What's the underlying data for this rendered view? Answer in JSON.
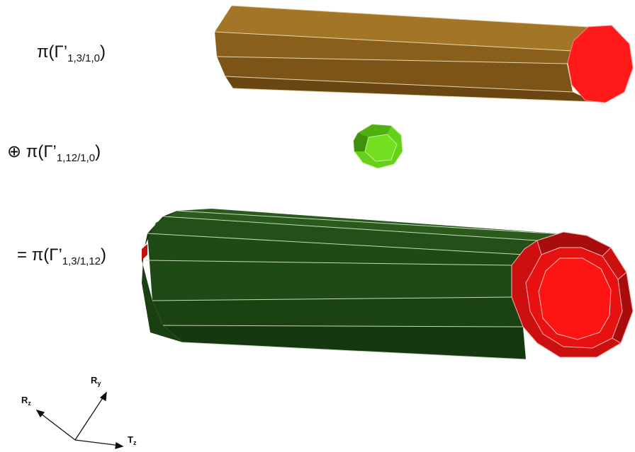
{
  "equation": {
    "term1": {
      "prefix": "",
      "func": "π(Γ’",
      "sub": "1,3/1,0",
      "close": ")"
    },
    "term2": {
      "prefix": "⊕ ",
      "func": "π(Γ’",
      "sub": "1,12/1,0",
      "close": ")"
    },
    "result": {
      "prefix": "= ",
      "func": "π(Γ’",
      "sub": "1,3/1,12",
      "close": ")"
    }
  },
  "axes": {
    "rz": {
      "main": "R",
      "sub": "z"
    },
    "ry": {
      "main": "R",
      "sub": "y"
    },
    "tz": {
      "main": "T",
      "sub": "z"
    }
  },
  "colors": {
    "term1_body": "#8a5f1c",
    "term1_face": "#ff1a1a",
    "term2_body": "#66d11a",
    "result_body": "#1f4a16",
    "result_face": "#ee1111"
  }
}
